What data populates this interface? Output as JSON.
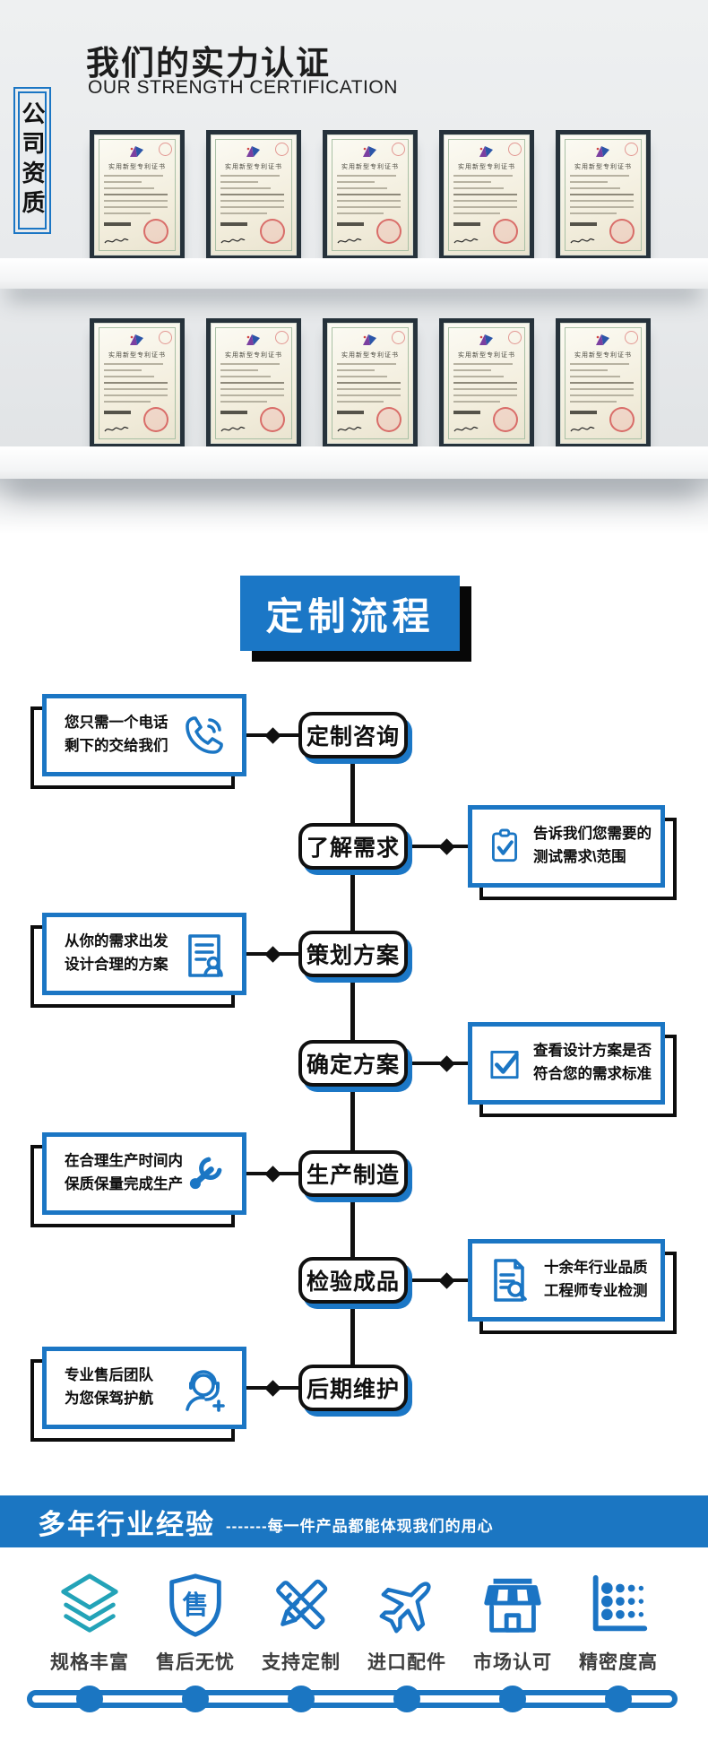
{
  "certifications": {
    "side_label": "公司资质",
    "title": "我们的实力认证",
    "subtitle": "OUR STRENGTH CERTIFICATION",
    "certificate_title": "实用新型专利证书",
    "rows": 2,
    "certs_per_row": 5
  },
  "process": {
    "banner": "定制流程",
    "steps": [
      {
        "label": "定制咨询",
        "side": "left",
        "note_line1": "您只需一个电话",
        "note_line2": "剩下的交给我们",
        "icon": "phone-icon"
      },
      {
        "label": "了解需求",
        "side": "right",
        "note_line1": "告诉我们您需要的",
        "note_line2": "测试需求\\范围",
        "icon": "clipboard-check-icon"
      },
      {
        "label": "策划方案",
        "side": "left",
        "note_line1": "从你的需求出发",
        "note_line2": "设计合理的方案",
        "icon": "document-person-icon"
      },
      {
        "label": "确定方案",
        "side": "right",
        "note_line1": "查看设计方案是否",
        "note_line2": "符合您的需求标准",
        "icon": "checkbox-icon"
      },
      {
        "label": "生产制造",
        "side": "left",
        "note_line1": "在合理生产时间内",
        "note_line2": "保质保量完成生产",
        "icon": "robot-arm-icon"
      },
      {
        "label": "检验成品",
        "side": "right",
        "note_line1": "十余年行业品质",
        "note_line2": "工程师专业检测",
        "icon": "document-search-icon"
      },
      {
        "label": "后期维护",
        "side": "left",
        "note_line1": "专业售后团队",
        "note_line2": "为您保驾护航",
        "icon": "headset-icon"
      }
    ]
  },
  "experience": {
    "title": "多年行业经验",
    "slogan": "-------每一件产品都能体现我们的用心",
    "features": [
      {
        "label": "规格丰富",
        "icon": "layers-icon"
      },
      {
        "label": "售后无忧",
        "icon": "shield-icon",
        "glyph": "售"
      },
      {
        "label": "支持定制",
        "icon": "pencil-ruler-icon"
      },
      {
        "label": "进口配件",
        "icon": "airplane-icon"
      },
      {
        "label": "市场认可",
        "icon": "storefront-icon"
      },
      {
        "label": "精密度高",
        "icon": "dot-chart-icon"
      }
    ]
  },
  "colors": {
    "primary_blue": "#1b76c4",
    "teal": "#23a3b8",
    "ink_black": "#101010"
  }
}
